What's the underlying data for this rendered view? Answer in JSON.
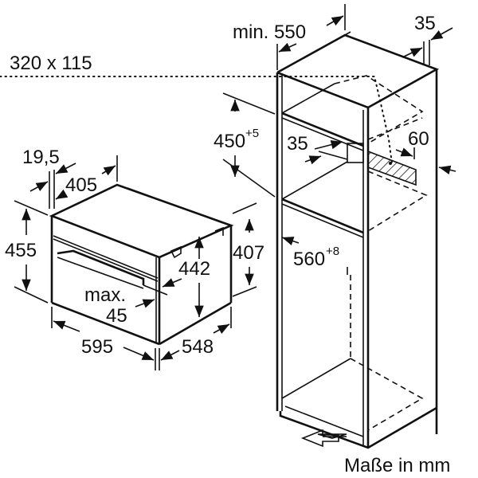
{
  "labels": {
    "cabinet_depth": "min. 550",
    "side_panel": "35",
    "ventilation": "320 x 115",
    "niche_height": "450",
    "niche_height_tol": "+5",
    "shelf_gap": "35",
    "rear_gap": "60",
    "front_frame": "19,5",
    "top_depth": "405",
    "front_height": "455",
    "body_height": "442",
    "side_height": "407",
    "niche_width": "560",
    "niche_width_tol": "+8",
    "max_label": "max.",
    "max_value": "45",
    "front_width": "595",
    "body_depth": "548",
    "units_note": "Maße in mm"
  }
}
